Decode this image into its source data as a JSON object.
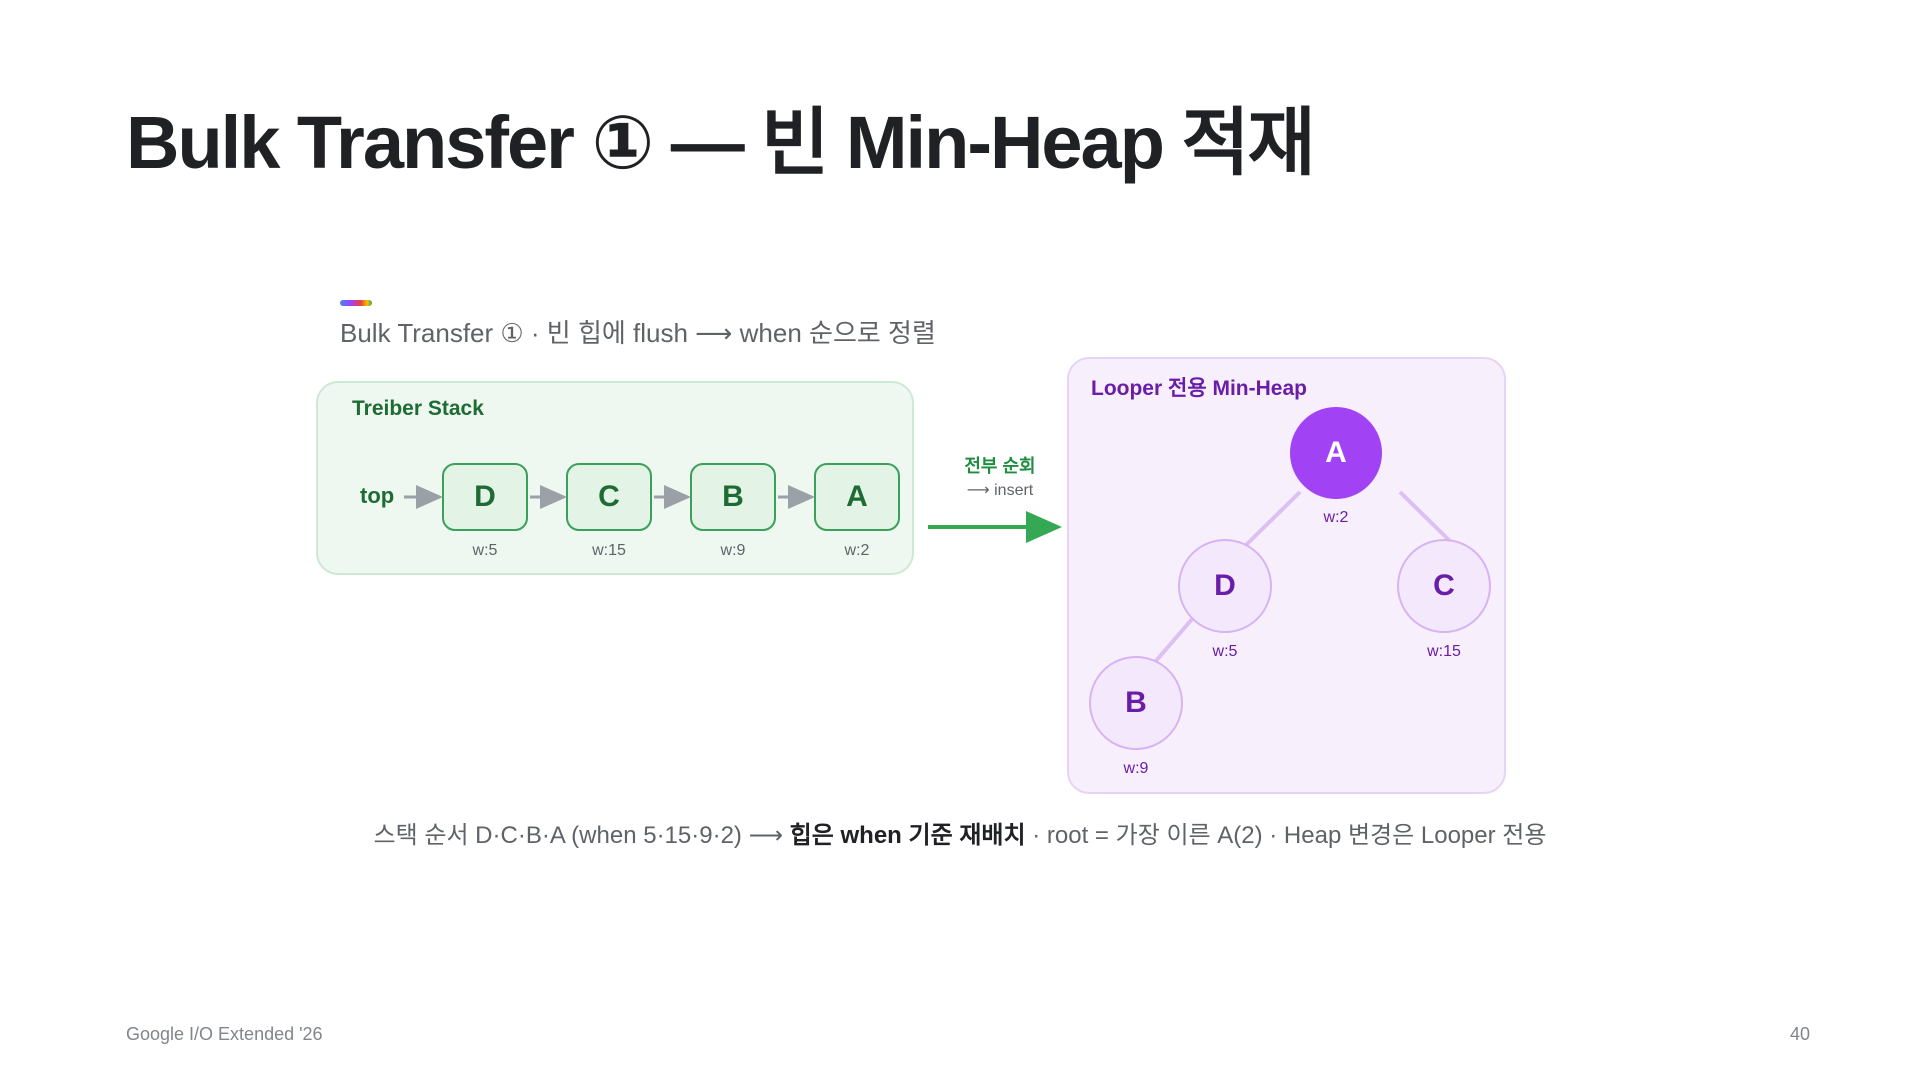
{
  "slide": {
    "title": "Bulk Transfer ① — 빈 Min-Heap 적재",
    "footer_left": "Google I/O Extended '26",
    "page_number": "40"
  },
  "diagram": {
    "caption": "Bulk Transfer ① · 빈 힙에 flush ⟶ when 순으로 정렬",
    "stack": {
      "title": "Treiber Stack",
      "top_label": "top",
      "nodes": [
        {
          "label": "D",
          "weight": "w:5"
        },
        {
          "label": "C",
          "weight": "w:15"
        },
        {
          "label": "B",
          "weight": "w:9"
        },
        {
          "label": "A",
          "weight": "w:2"
        }
      ]
    },
    "transfer": {
      "label": "전부 순회",
      "sublabel": "⟶ insert"
    },
    "heap": {
      "title": "Looper 전용 Min-Heap",
      "root": {
        "label": "A",
        "weight": "w:2"
      },
      "left": {
        "label": "D",
        "weight": "w:5"
      },
      "right": {
        "label": "C",
        "weight": "w:15"
      },
      "left_left": {
        "label": "B",
        "weight": "w:9"
      }
    },
    "colors": {
      "stack_green": "#3aa05a",
      "heap_purple": "#a142f4",
      "arrow_green": "#34a853"
    }
  },
  "summary": {
    "prefix": "스택 순서 D·C·B·A (when 5·15·9·2) ⟶ ",
    "emphasis": "힙은 when 기준 재배치",
    "suffix": " · root = 가장 이른 A(2) · Heap 변경은 Looper 전용"
  }
}
